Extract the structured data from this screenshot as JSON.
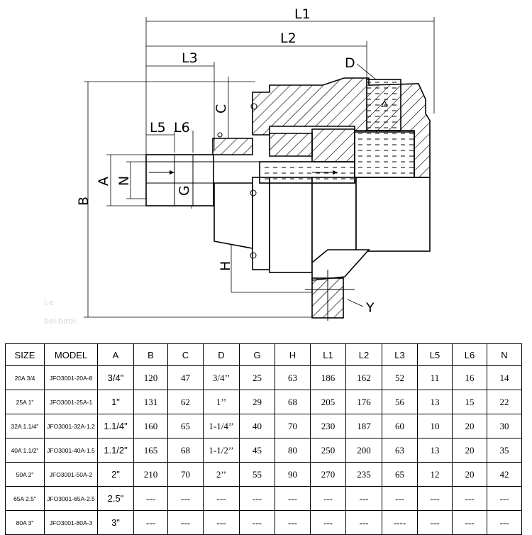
{
  "drawing": {
    "labels": {
      "L1": "L1",
      "L2": "L2",
      "L3": "L3",
      "L5": "L5",
      "L6": "L6",
      "D": "D",
      "C": "C",
      "A": "A",
      "N": "N",
      "G": "G",
      "B": "B",
      "H": "H",
      "Y": "Y"
    },
    "watermark": [
      "l:e",
      "bel birol:"
    ]
  },
  "table": {
    "headers": [
      "SIZE",
      "MODEL",
      "A",
      "B",
      "C",
      "D",
      "G",
      "H",
      "L1",
      "L2",
      "L3",
      "L5",
      "L6",
      "N"
    ],
    "rows": [
      [
        "20A 3/4",
        "JFO3001-20A-8",
        "3/4\"",
        "120",
        "47",
        "3/4’’",
        "25",
        "63",
        "186",
        "162",
        "52",
        "11",
        "16",
        "14"
      ],
      [
        "25A 1\"",
        "JFO3001-25A-1",
        "1\"",
        "131",
        "62",
        "1’’",
        "29",
        "68",
        "205",
        "176",
        "56",
        "13",
        "15",
        "22"
      ],
      [
        "32A 1.1/4\"",
        "JFO3001-32A-1.2",
        "1.1/4\"",
        "160",
        "65",
        "1-1/4’’",
        "40",
        "70",
        "230",
        "187",
        "60",
        "10",
        "20",
        "30"
      ],
      [
        "40A 1.1/2\"",
        "JFO3001-40A-1.5",
        "1.1/2\"",
        "165",
        "68",
        "1-1/2’’",
        "45",
        "80",
        "250",
        "200",
        "63",
        "13",
        "20",
        "35"
      ],
      [
        "50A 2\"",
        "JFO3001-50A-2",
        "2\"",
        "210",
        "70",
        "2’’",
        "55",
        "90",
        "270",
        "235",
        "65",
        "12",
        "20",
        "42"
      ],
      [
        "65A 2.5\"",
        "JFO3001-65A-2.5",
        "2.5\"",
        "---",
        "---",
        "---",
        "---",
        "---",
        "---",
        "---",
        "---",
        "---",
        "---",
        "---"
      ],
      [
        "80A 3\"",
        "JFO3001-80A-3",
        "3\"",
        "---",
        "---",
        "---",
        "---",
        "---",
        "---",
        "---",
        "----",
        "---",
        "---",
        "---"
      ]
    ]
  }
}
